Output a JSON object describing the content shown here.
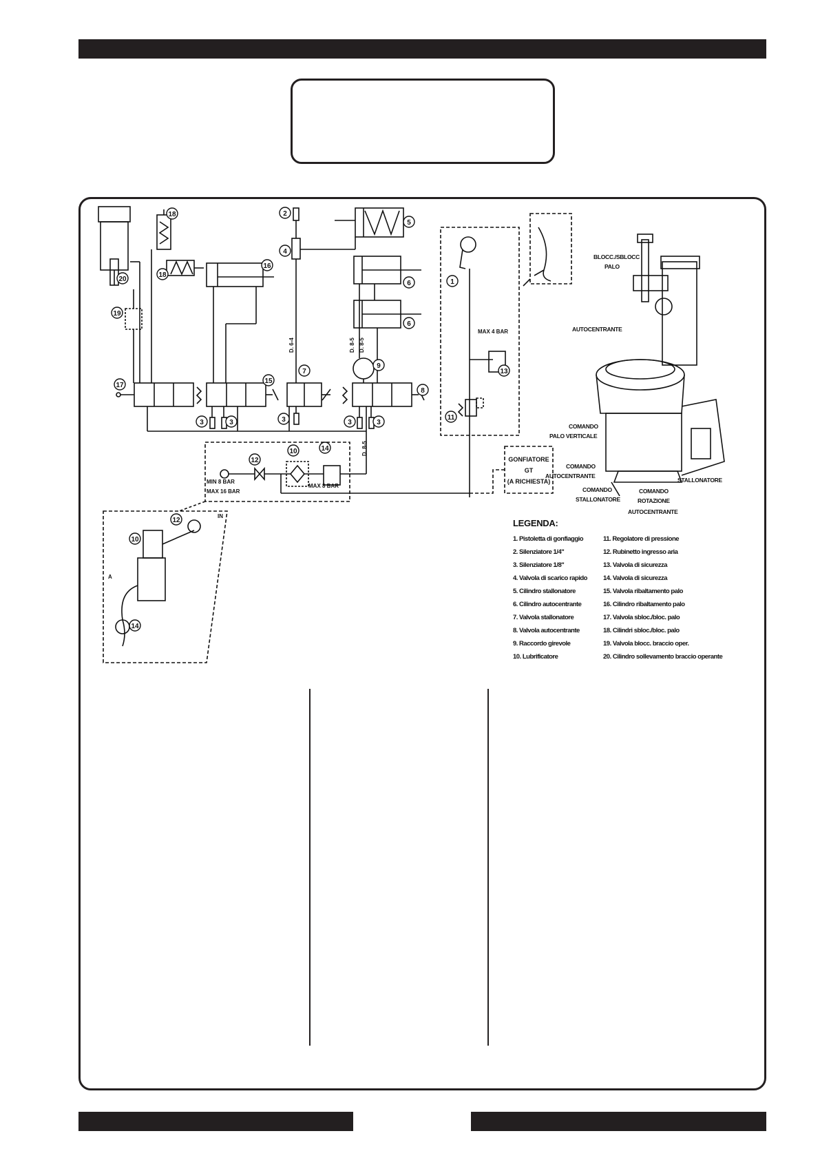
{
  "labels": {
    "n1": "1",
    "n2": "2",
    "n3": "3",
    "n4": "4",
    "n5": "5",
    "n6": "6",
    "n7": "7",
    "n8": "8",
    "n9": "9",
    "n10": "10",
    "n11": "11",
    "n12": "12",
    "n13": "13",
    "n14": "14",
    "n15": "15",
    "n16": "16",
    "n17": "17",
    "n18": "18",
    "n19": "19",
    "n20": "20",
    "pipe_d64": "D. 6-4",
    "pipe_d85": "D. 8-5",
    "max4": "MAX 4 BAR",
    "min8": "MIN 8 BAR",
    "max16": "MAX 16 BAR",
    "max8": "MAX 8 BAR",
    "inflator_line1": "GONFIATORE",
    "inflator_line2": "GT",
    "inflator_line3": "(A RICHIESTA)",
    "in": "IN",
    "a": "A"
  },
  "machine_labels": {
    "blocc_line1": "BLOCC./SBLOCC",
    "blocc_line2": "PALO",
    "autocentrante": "AUTOCENTRANTE",
    "comando_palo_line1": "COMANDO",
    "comando_palo_line2": "PALO VERTICALE",
    "comando_auto_line1": "COMANDO",
    "comando_auto_line2": "AUTOCENTRANTE",
    "comando_stall_line1": "COMANDO",
    "comando_stall_line2": "STALLONATORE",
    "comando_rot_line1": "COMANDO",
    "comando_rot_line2": "ROTAZIONE",
    "comando_rot_line3": "AUTOCENTRANTE",
    "stallonatore": "STALLONATORE"
  },
  "legend": {
    "title": "LEGENDA:",
    "items": [
      "1. Pistoletta di gonfiaggio",
      "11. Regolatore di pressione",
      "2. Silenziatore 1/4\"",
      "12. Rubinetto ingresso aria",
      "3. Silenziatore 1/8\"",
      "13. Valvola di sicurezza",
      "4. Valvola di scarico rapido",
      "14. Valvola di sicurezza",
      "5. Cilindro stallonatore",
      "15. Valvola ribaltamento palo",
      "6. Cilindro autocentrante",
      "16. Cilindro ribaltamento palo",
      "7. Valvola stallonatore",
      "17. Valvola sbloc./bloc. palo",
      "8. Valvola autocentrante",
      "18. Cilindri sbloc./bloc. palo",
      "9. Raccordo girevole",
      "19. Valvola blocc. braccio oper.",
      "10. Lubrificatore",
      "20. Cilindro sollevamento braccio operante"
    ]
  }
}
